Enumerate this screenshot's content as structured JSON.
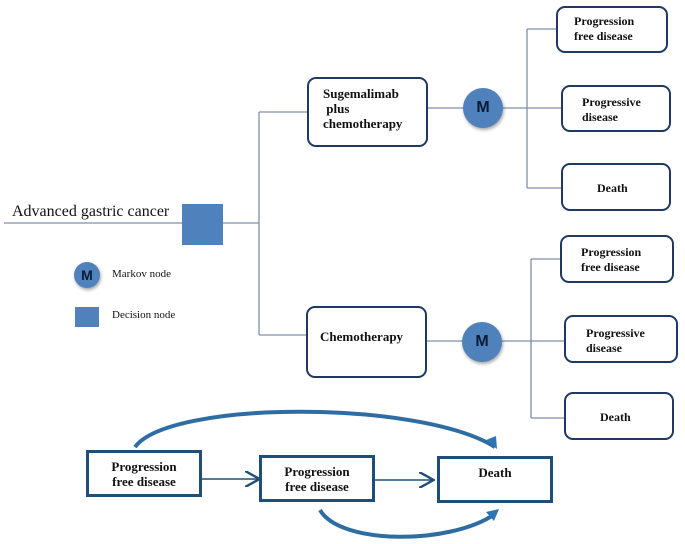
{
  "root": {
    "label": "Advanced gastric cancer"
  },
  "legend": {
    "markov": {
      "symbol": "M",
      "label": "Markov node"
    },
    "decision": {
      "label": "Decision node"
    }
  },
  "arms": [
    {
      "label_lines": [
        "Sugemalimab",
        " plus",
        "chemotherapy"
      ],
      "node": "M",
      "states": [
        {
          "lines": [
            "Progression",
            "free disease"
          ]
        },
        {
          "lines": [
            "Progressive",
            "disease"
          ]
        },
        {
          "lines": [
            "Death"
          ]
        }
      ]
    },
    {
      "label_lines": [
        "Chemotherapy"
      ],
      "node": "M",
      "states": [
        {
          "lines": [
            "Progression",
            "free disease"
          ]
        },
        {
          "lines": [
            "Progressive",
            "disease"
          ]
        },
        {
          "lines": [
            "Death"
          ]
        }
      ]
    }
  ],
  "transition": {
    "states": [
      {
        "lines": [
          "Progression",
          "free disease"
        ]
      },
      {
        "lines": [
          "Progression",
          "free disease"
        ]
      },
      {
        "lines": [
          "Death"
        ]
      }
    ]
  },
  "colors": {
    "node": "#4f81bd",
    "border": "#1f3864",
    "line": "#7f8fa6",
    "arrow": "#2e75b6"
  }
}
